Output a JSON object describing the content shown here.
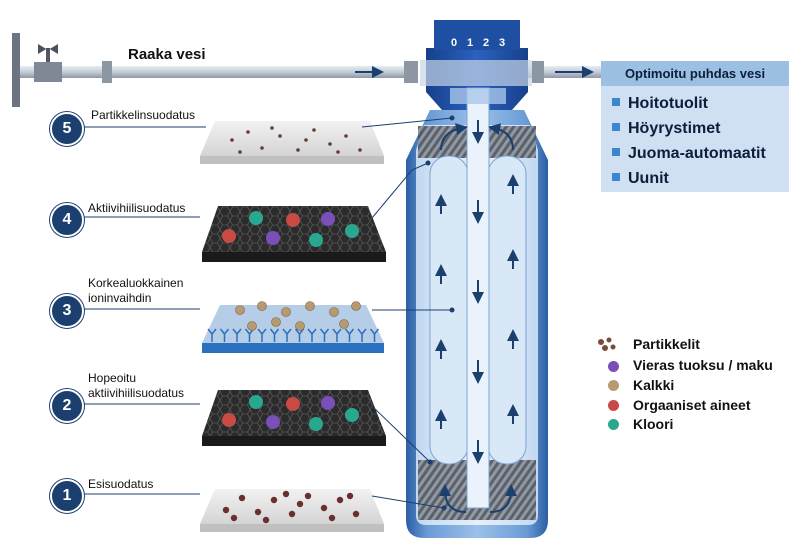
{
  "inlet_label": "Raaka vesi",
  "valve_numbers": [
    "0",
    "1",
    "2",
    "3"
  ],
  "output": {
    "title": "Optimoitu puhdas vesi",
    "items": [
      "Hoitotuolit",
      "Höyrystimet",
      "Juoma-automaatit",
      "Uunit"
    ]
  },
  "stages": [
    {
      "number": "5",
      "label_lines": [
        "Partikkelinsuodatus"
      ]
    },
    {
      "number": "4",
      "label_lines": [
        "Aktiivihiilisuodatus"
      ]
    },
    {
      "number": "3",
      "label_lines": [
        "Korkealuokkainen",
        "ioninvaihdin"
      ]
    },
    {
      "number": "2",
      "label_lines": [
        "Hopeoitu",
        "aktiivihiilisuodatus"
      ]
    },
    {
      "number": "1",
      "label_lines": [
        "Esisuodatus"
      ]
    }
  ],
  "legend": [
    {
      "label": "Partikkelit",
      "icon": "particles-icon",
      "color": "#7a4a3a"
    },
    {
      "label": "Vieras tuoksu / maku",
      "icon": "purple-dot-icon",
      "color": "#7b4fb8"
    },
    {
      "label": "Kalkki",
      "icon": "tan-dot-icon",
      "color": "#b89a72"
    },
    {
      "label": "Orgaaniset aineet",
      "icon": "red-dot-icon",
      "color": "#c94a45"
    },
    {
      "label": "Kloori",
      "icon": "teal-dot-icon",
      "color": "#2aa88f"
    }
  ],
  "colors": {
    "badge": "#1b3f6e",
    "cartridge": "#2f6db5",
    "pipe": "#bfc8d2",
    "flow_arrow": "#1b3f6e",
    "output_header": "#9cc0e4",
    "output_body": "#cfe0f2"
  }
}
